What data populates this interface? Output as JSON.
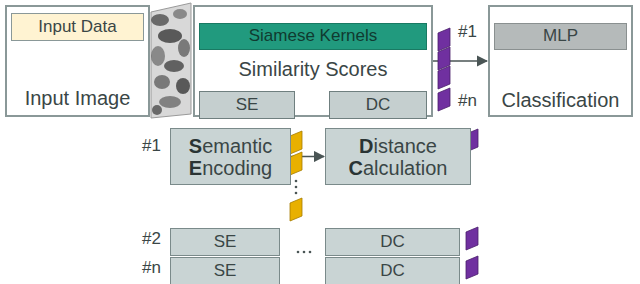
{
  "diagram": {
    "nodes": [
      {
        "text": [
          "Input Image"
        ]
      },
      {
        "text": [
          "Input Data"
        ],
        "in": 0
      },
      {
        "text": [
          "Similarity Scores"
        ]
      },
      {
        "text": [
          "Siamese Kernels"
        ],
        "in": 2
      },
      {
        "text": [
          "SE"
        ],
        "in": 2
      },
      {
        "text": [
          "DC"
        ],
        "in": 2
      },
      {
        "text": [
          "Classification"
        ]
      },
      {
        "text": [
          "MLP"
        ],
        "in": 6
      },
      {
        "text": [
          "Semantic Encoding"
        ]
      },
      {
        "text": [
          "Distance Calculation"
        ]
      },
      {
        "text": [
          "SE"
        ]
      },
      {
        "text": [
          "DC"
        ]
      },
      {
        "text": [
          "SE"
        ]
      },
      {
        "text": [
          "DC"
        ]
      }
    ],
    "edges": [
      {
        "from": 4,
        "to": 5,
        "arrow": "to"
      },
      {
        "from": 2,
        "to": 6,
        "arrow": "to"
      },
      {
        "from": 8,
        "to": 9,
        "arrow": "to"
      }
    ],
    "labels": [
      "#1",
      "#n",
      "#1",
      "#2",
      "#n"
    ]
  }
}
